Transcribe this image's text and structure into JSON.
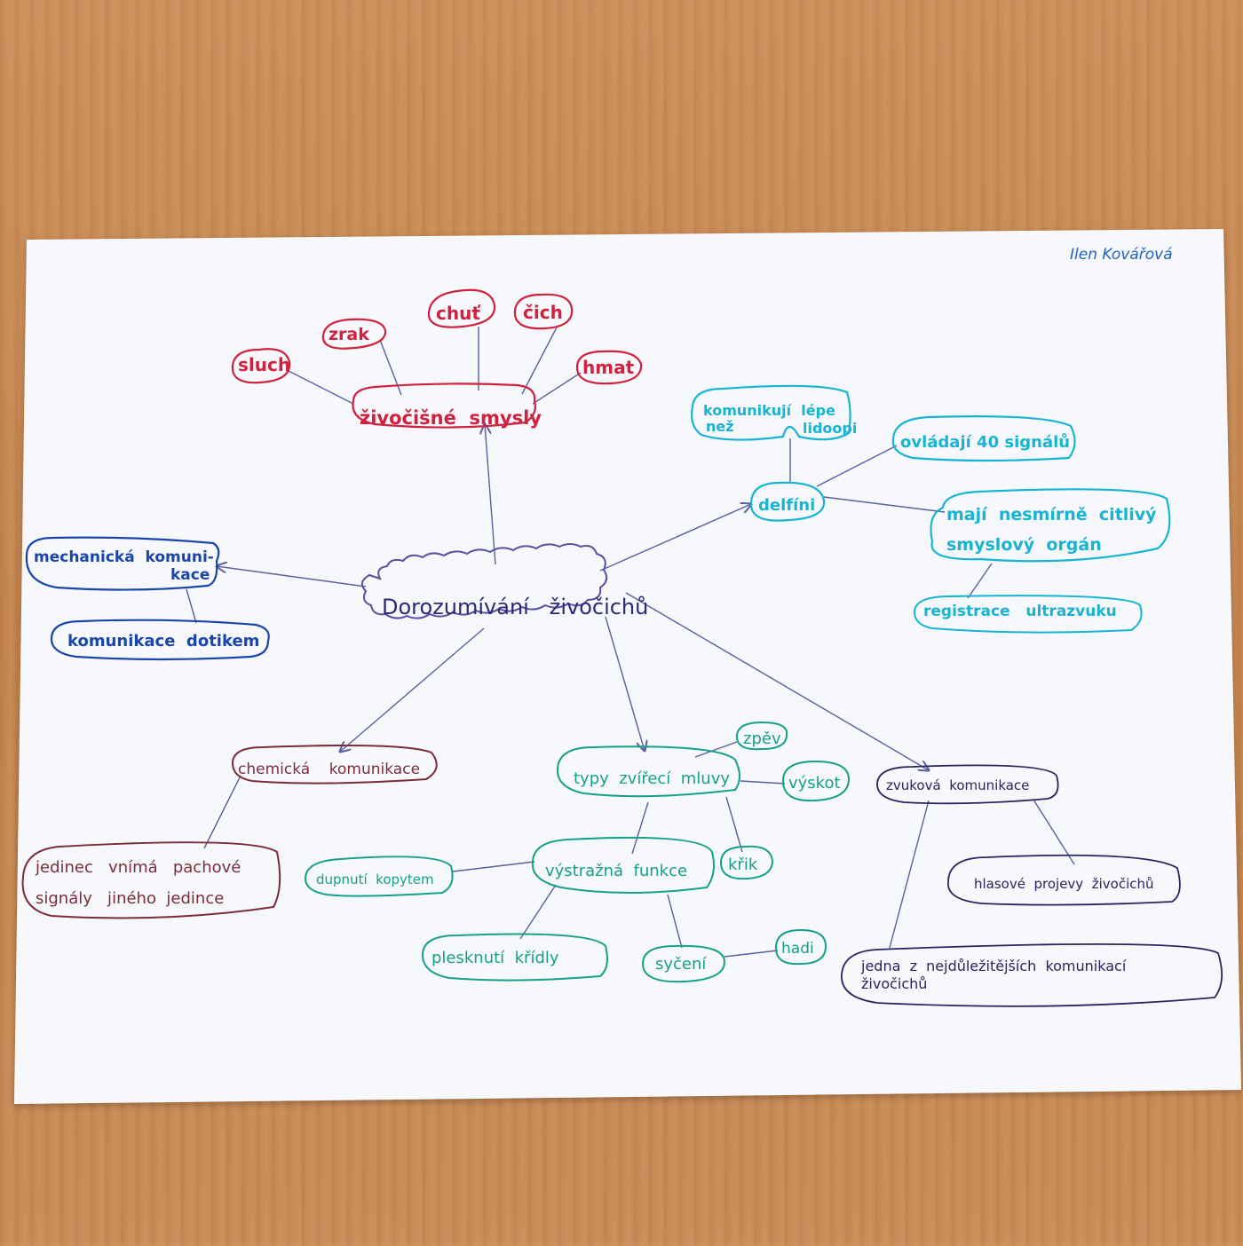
{
  "signature": "Ilen Kovářová",
  "colors": {
    "desk": "#c98a56",
    "paper": "#f7f8fb",
    "red": "#d0213f",
    "blue": "#1946a8",
    "cyan": "#17b4d3",
    "green": "#16a08a",
    "brown": "#7a2e3a",
    "navy": "#2c2460",
    "center": "#2b2a78",
    "line": "#5a5fa0"
  },
  "center": {
    "label": "Dorozumívání   živočichů"
  },
  "senses": {
    "hub": "živočišné  smysly",
    "items": [
      "sluch",
      "zrak",
      "chuť",
      "čich",
      "hmat"
    ]
  },
  "mechanical": {
    "label_line1": "mechanická  komuni-",
    "label_line2": "kace",
    "child": "komunikace  dotikem"
  },
  "dolphins": {
    "hub": "delfíni",
    "better_line1": "komunikují  lépe",
    "better_line2a": "než",
    "better_line2b": "lidoopi",
    "signals": "ovládají 40 signálů",
    "organ_line1": "mají  nesmírně  citlivý",
    "organ_line2": "smyslový  orgán",
    "ultrasound": "registrace   ultrazvuku"
  },
  "chemical": {
    "hub": "chemická    komunikace",
    "child_line1": "jedinec   vnímá   pachové",
    "child_line2": "signály   jiného  jedince"
  },
  "calls": {
    "hub": "typy  zvířecí  mluvy",
    "song": "zpěv",
    "yelp": "výskot",
    "scream": "křik",
    "warning": "výstražná  funkce",
    "stomp": "dupnutí  kopytem",
    "wings": "plesknutí  křídly",
    "hiss": "syčení",
    "snakes": "hadi"
  },
  "sound": {
    "hub": "zvuková  komunikace",
    "voice": "hlasové  projevy  živočichů",
    "important_line1": "jedna  z  nejdůležitějších  komunikací",
    "important_line2": "živočichů"
  }
}
